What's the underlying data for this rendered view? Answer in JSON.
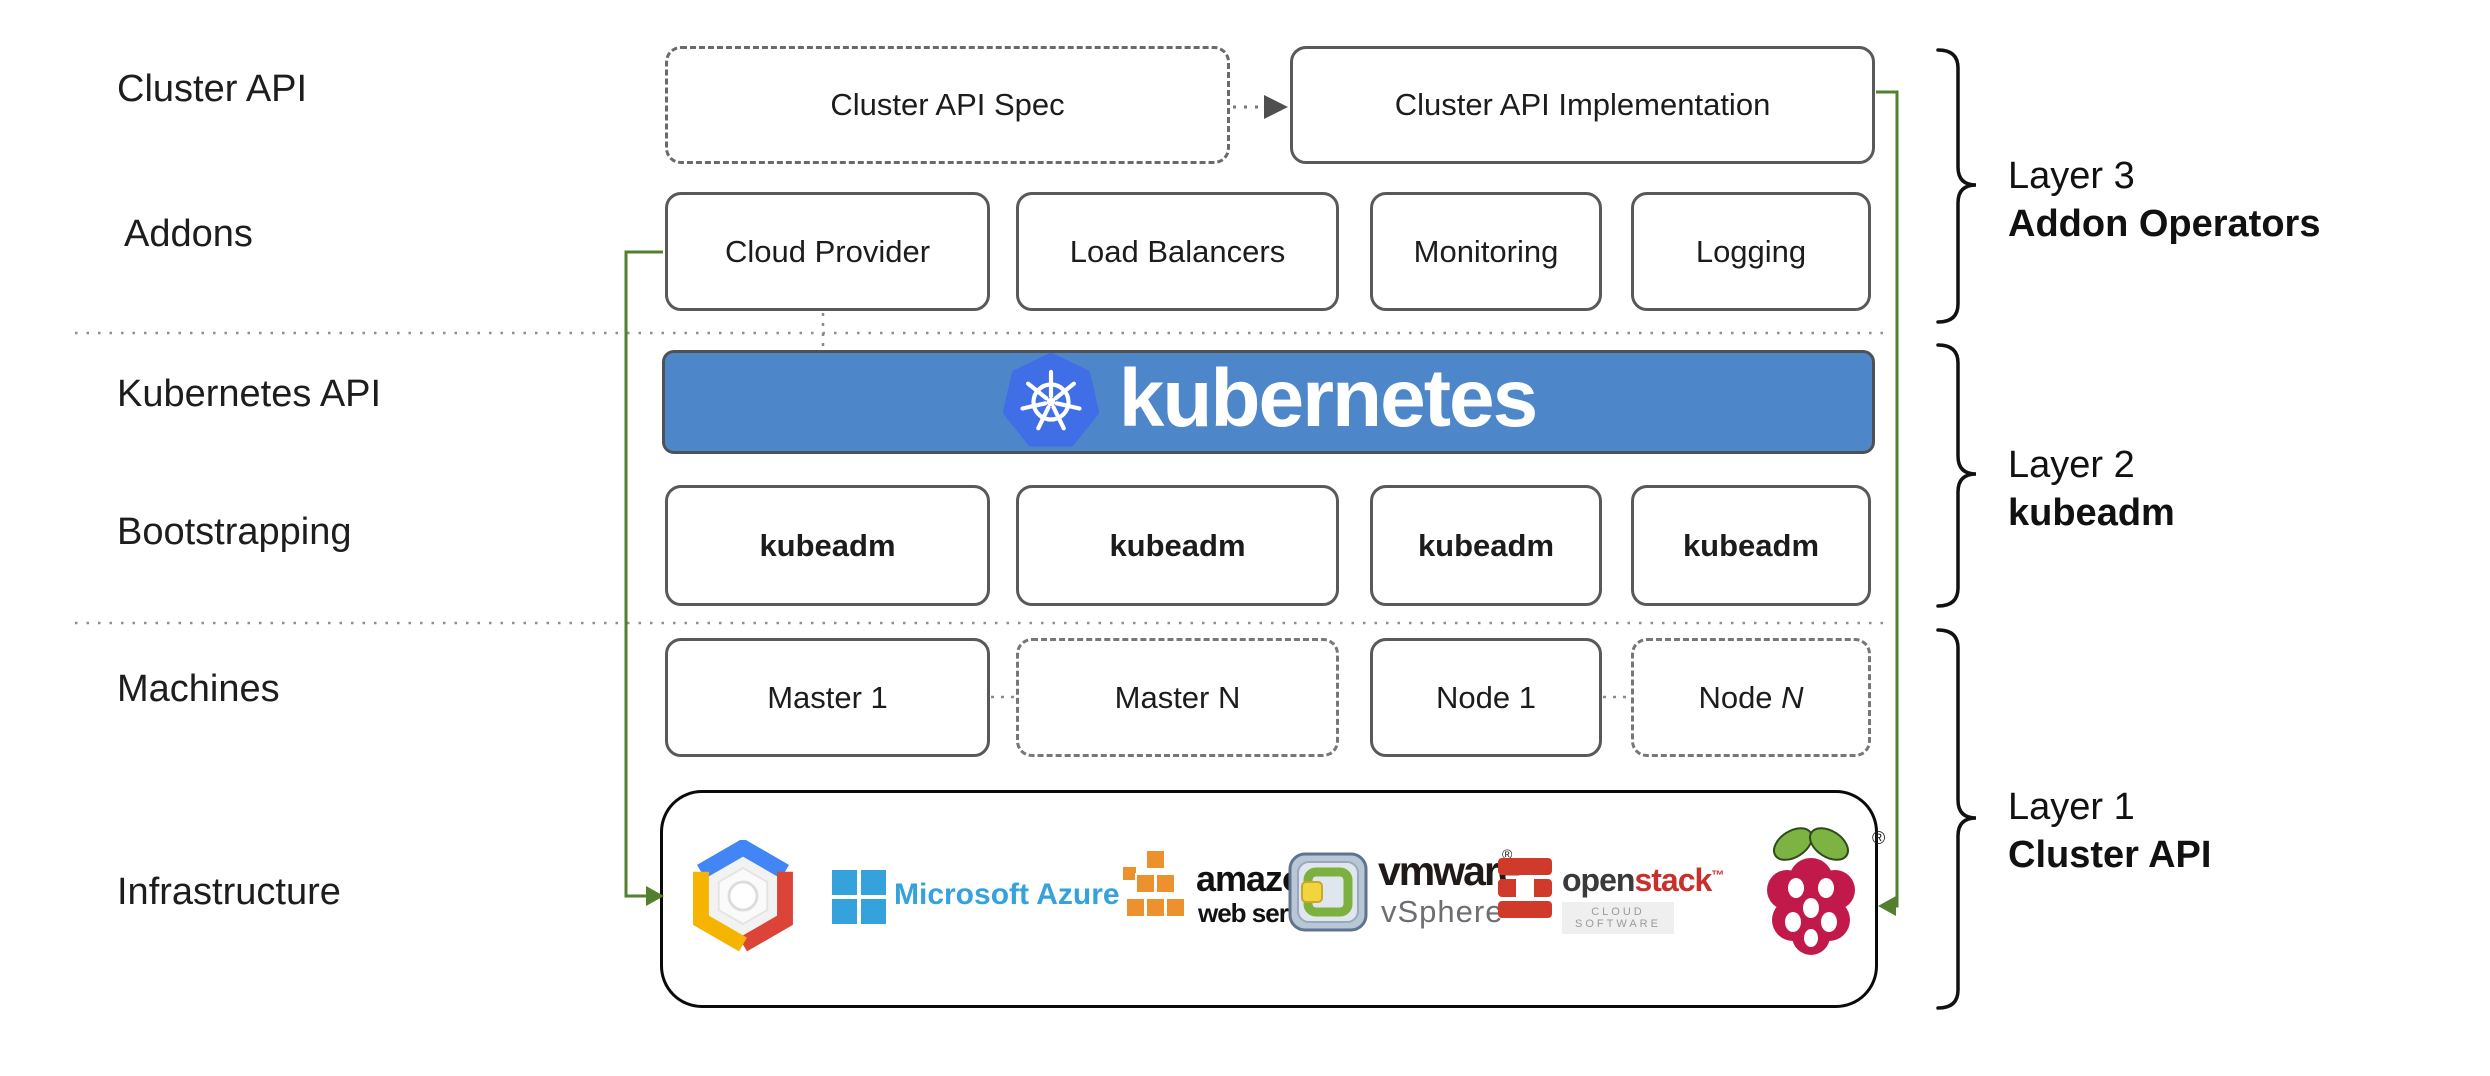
{
  "left_labels": {
    "cluster_api": "Cluster API",
    "addons": "Addons",
    "kubernetes_api": "Kubernetes API",
    "bootstrapping": "Bootstrapping",
    "machines": "Machines",
    "infrastructure": "Infrastructure"
  },
  "top_row": {
    "spec": "Cluster API Spec",
    "implementation": "Cluster API Implementation"
  },
  "addons_row": {
    "items": [
      "Cloud Provider",
      "Load Balancers",
      "Monitoring",
      "Logging"
    ]
  },
  "kubernetes_banner": {
    "wordmark": "kubernetes"
  },
  "kubeadm_row": {
    "items": [
      "kubeadm",
      "kubeadm",
      "kubeadm",
      "kubeadm"
    ]
  },
  "machines_row": {
    "items": [
      {
        "label": "Master 1",
        "italic_suffix": ""
      },
      {
        "label": "Master N",
        "italic_suffix": ""
      },
      {
        "label": "Node 1",
        "italic_suffix": ""
      },
      {
        "label": "Node ",
        "italic_suffix": "N"
      }
    ]
  },
  "infrastructure_row": {
    "providers": [
      {
        "name": "Google Cloud Platform"
      },
      {
        "name": "Microsoft Azure",
        "label": "Microsoft Azure"
      },
      {
        "name": "Amazon Web Services",
        "line1": "amazon",
        "line2": "web services"
      },
      {
        "name": "VMware vSphere",
        "line1": "vmware",
        "reg": "®",
        "line2": "vSphere"
      },
      {
        "name": "OpenStack",
        "open": "open",
        "stack": "stack",
        "tm": "™",
        "sub": "CLOUD SOFTWARE"
      },
      {
        "name": "Raspberry Pi",
        "reg": "®"
      }
    ]
  },
  "layers": [
    {
      "line1": "Layer 3",
      "line2": "Addon Operators"
    },
    {
      "line1": "Layer 2",
      "line2": "kubeadm"
    },
    {
      "line1": "Layer 1",
      "line2": "Cluster API"
    }
  ],
  "colors": {
    "banner_blue": "#4e87c9",
    "kubernetes_logo_blue": "#3f6ee6",
    "arrow_green": "#53802f",
    "box_border_gray": "#58595b",
    "dashed_gray": "#6a6a6a",
    "dotted_gray": "#8f8f8f",
    "azure_blue": "#35a2db",
    "aws_orange": "#ec912d",
    "openstack_red": "#cf3a2a",
    "raspberry_crimson": "#c2194b",
    "leaf_green": "#7cb342",
    "text_dark": "#1d1d1d"
  }
}
